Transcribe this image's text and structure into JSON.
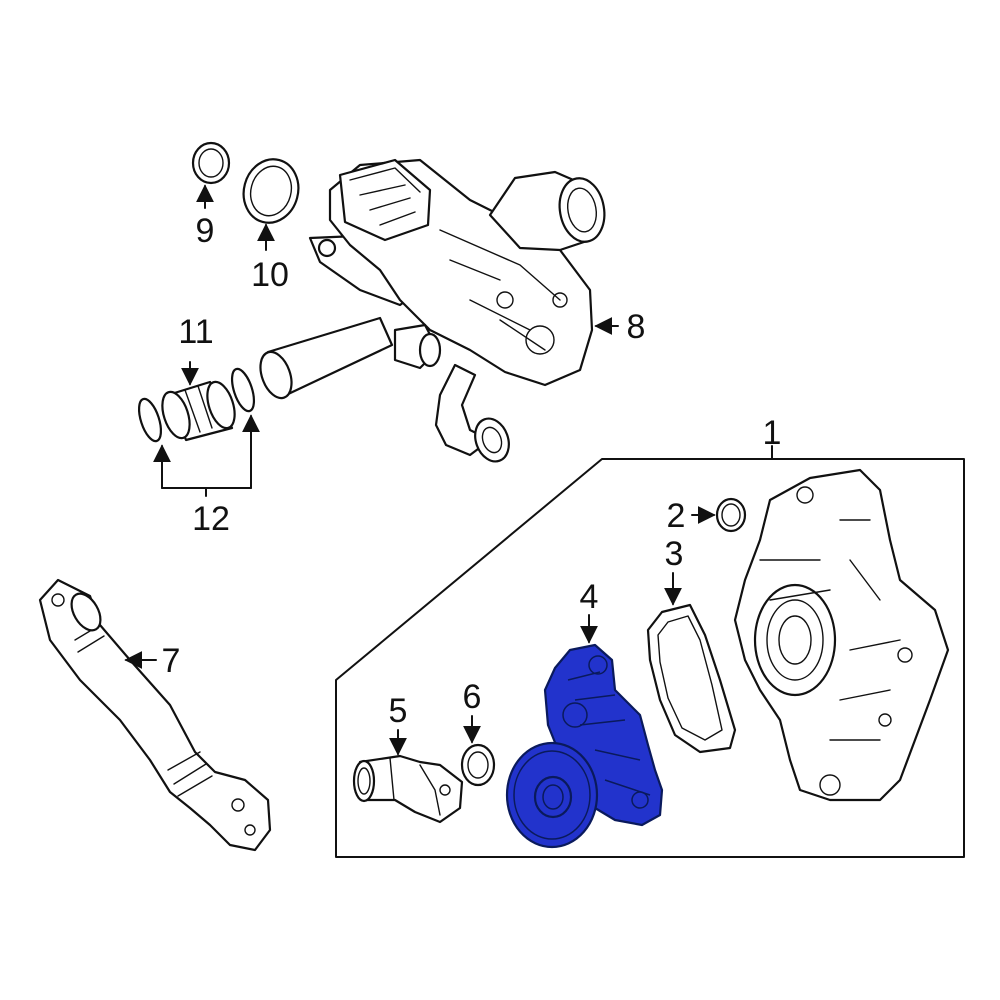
{
  "colors": {
    "highlight": "#2233cc",
    "line": "#111111",
    "background": "#ffffff"
  },
  "callouts": [
    {
      "id": "1",
      "text": "1"
    },
    {
      "id": "2",
      "text": "2"
    },
    {
      "id": "3",
      "text": "3"
    },
    {
      "id": "4",
      "text": "4"
    },
    {
      "id": "5",
      "text": "5"
    },
    {
      "id": "6",
      "text": "6"
    },
    {
      "id": "7",
      "text": "7"
    },
    {
      "id": "8",
      "text": "8"
    },
    {
      "id": "9",
      "text": "9"
    },
    {
      "id": "10",
      "text": "10"
    },
    {
      "id": "11",
      "text": "11"
    },
    {
      "id": "12",
      "text": "12"
    }
  ],
  "highlighted_part": "4"
}
